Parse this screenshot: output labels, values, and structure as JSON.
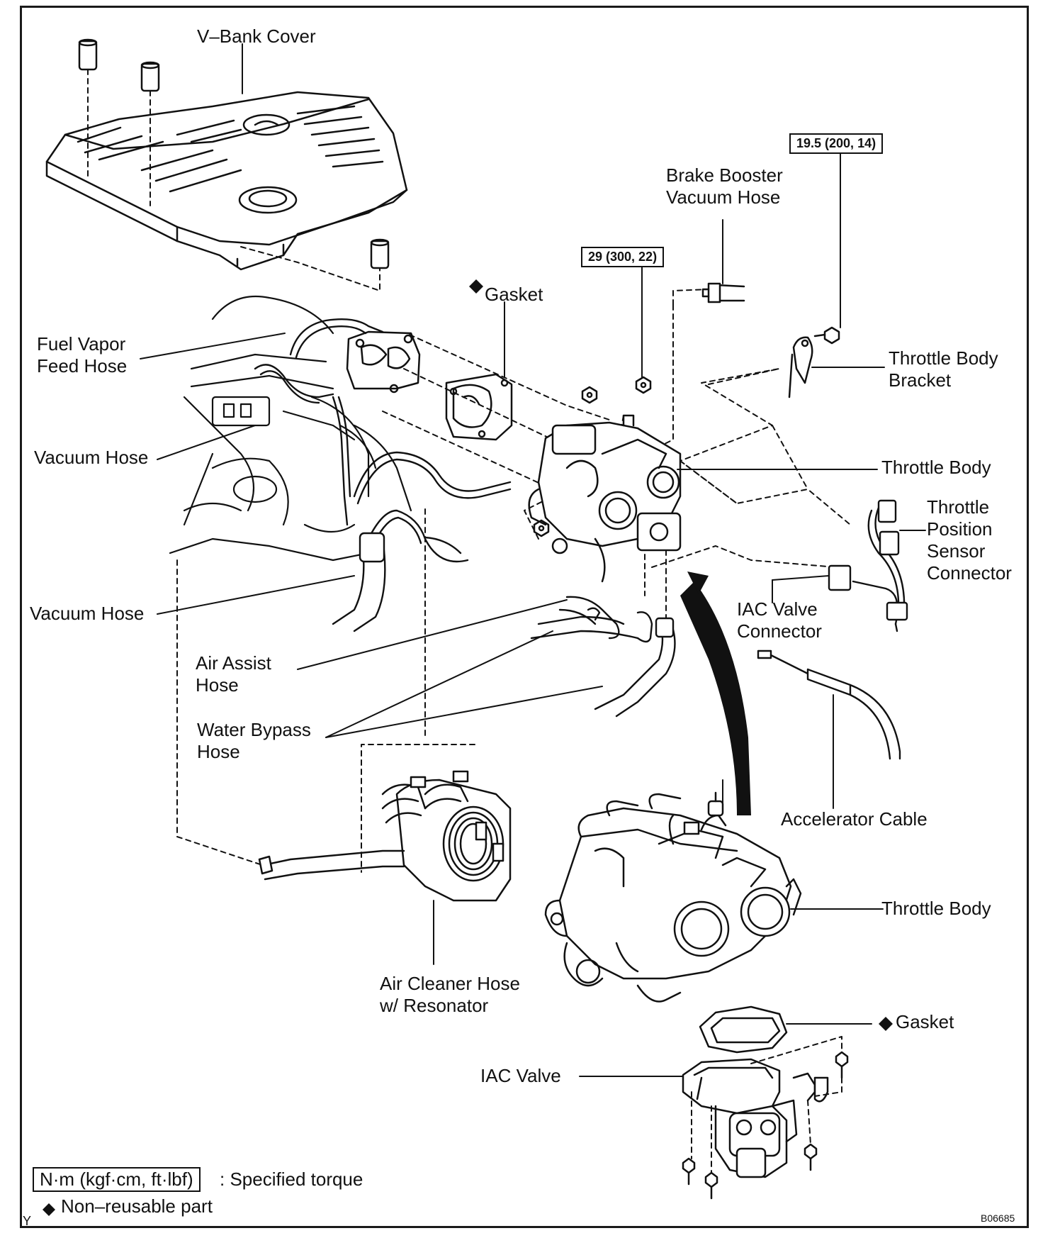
{
  "labels": {
    "v_bank_cover": "V–Bank Cover",
    "fuel_vapor_feed_hose": "Fuel Vapor\nFeed Hose",
    "vacuum_hose_1": "Vacuum Hose",
    "vacuum_hose_2": "Vacuum Hose",
    "gasket_top": "Gasket",
    "brake_booster_vacuum_hose": "Brake Booster\nVacuum Hose",
    "throttle_body_bracket": "Throttle Body\nBracket",
    "throttle_body_top": "Throttle Body",
    "throttle_position_sensor_connector": "Throttle\nPosition\nSensor\nConnector",
    "iac_valve_connector": "IAC Valve\nConnector",
    "air_assist_hose": "Air Assist\nHose",
    "water_bypass_hose": "Water Bypass\nHose",
    "accelerator_cable": "Accelerator Cable",
    "throttle_body_bottom": "Throttle Body",
    "air_cleaner_hose": "Air Cleaner Hose\nw/ Resonator",
    "gasket_bottom": "Gasket",
    "iac_valve": "IAC Valve"
  },
  "torque": {
    "t1": "19.5 (200, 14)",
    "t2": "29 (300, 22)"
  },
  "legend": {
    "torque_unit": "N·m (kgf·cm, ft·lbf)",
    "torque_desc": ": Specified torque",
    "nonreusable": "Non–reusable part"
  },
  "codes": {
    "corner_left": "Y",
    "figure_code": "B06685"
  },
  "icons": {
    "nonreusable_marker": "diamond-icon"
  }
}
